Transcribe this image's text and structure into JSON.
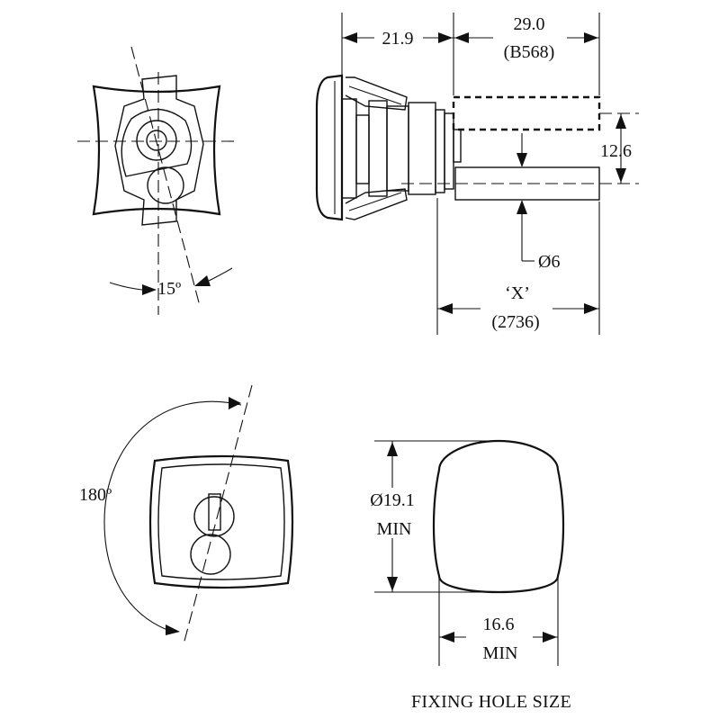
{
  "colors": {
    "line": "#111111",
    "background": "#ffffff"
  },
  "views": {
    "front_view": {
      "angle_label": "15º"
    },
    "side_view": {
      "dim_length_a": "21.9",
      "dim_length_b": "29.0",
      "dim_length_b_ref": "(B568)",
      "dim_offset": "12.6",
      "dim_diameter": "Ø6",
      "dim_x": "‘X’",
      "dim_x_ref": "(2736)"
    },
    "rotation_view": {
      "angle_label": "180º"
    },
    "fixing_hole": {
      "diameter_label": "Ø19.1",
      "diameter_qualifier": "MIN",
      "width_label": "16.6",
      "width_qualifier": "MIN",
      "caption": "FIXING HOLE SIZE"
    }
  }
}
